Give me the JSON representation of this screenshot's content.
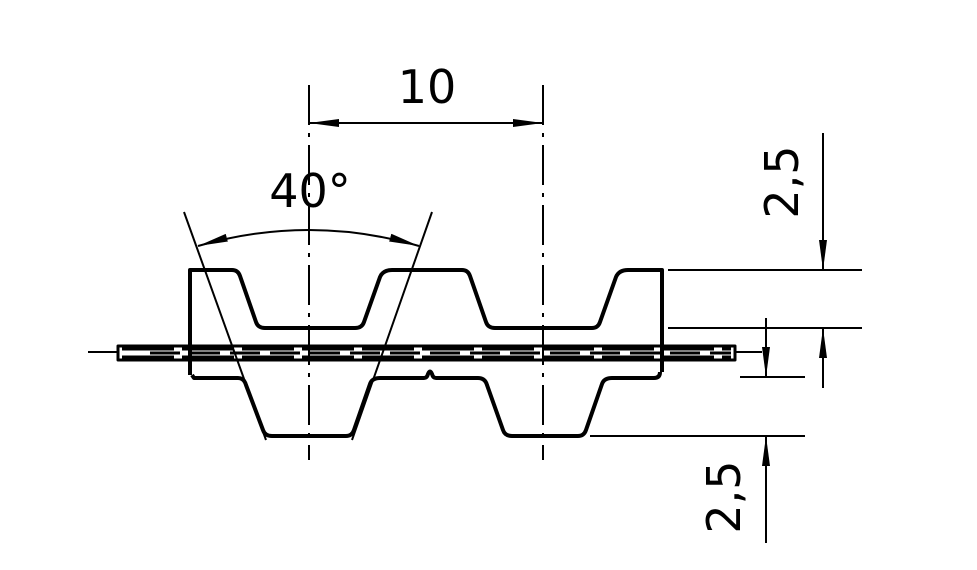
{
  "drawing": {
    "pitch_label": "10",
    "angle_label": "40°",
    "tooth_height_top_label": "2,5",
    "tooth_height_bottom_label": "2,5",
    "line_color": "#000000",
    "background": "#ffffff"
  }
}
